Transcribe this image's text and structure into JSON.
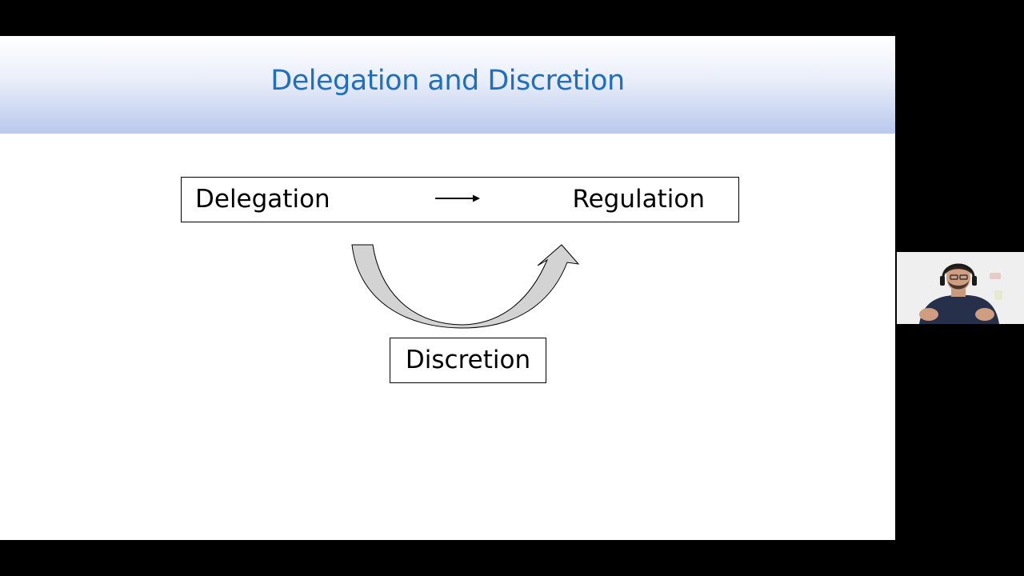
{
  "slide": {
    "title": "Delegation and Discretion",
    "diagram": {
      "top_left_label": "Delegation",
      "top_right_label": "Regulation",
      "bottom_label": "Discretion"
    }
  },
  "colors": {
    "title_text": "#1f6fc0",
    "header_gradient_bottom": "#b9c8ec",
    "arrow_fill": "#d3d3d3",
    "letterbox": "#000000"
  },
  "icons": {
    "arrow": "right-arrow-icon",
    "curved_arrow": "curved-arrow-icon",
    "presenter": "presenter-video"
  }
}
